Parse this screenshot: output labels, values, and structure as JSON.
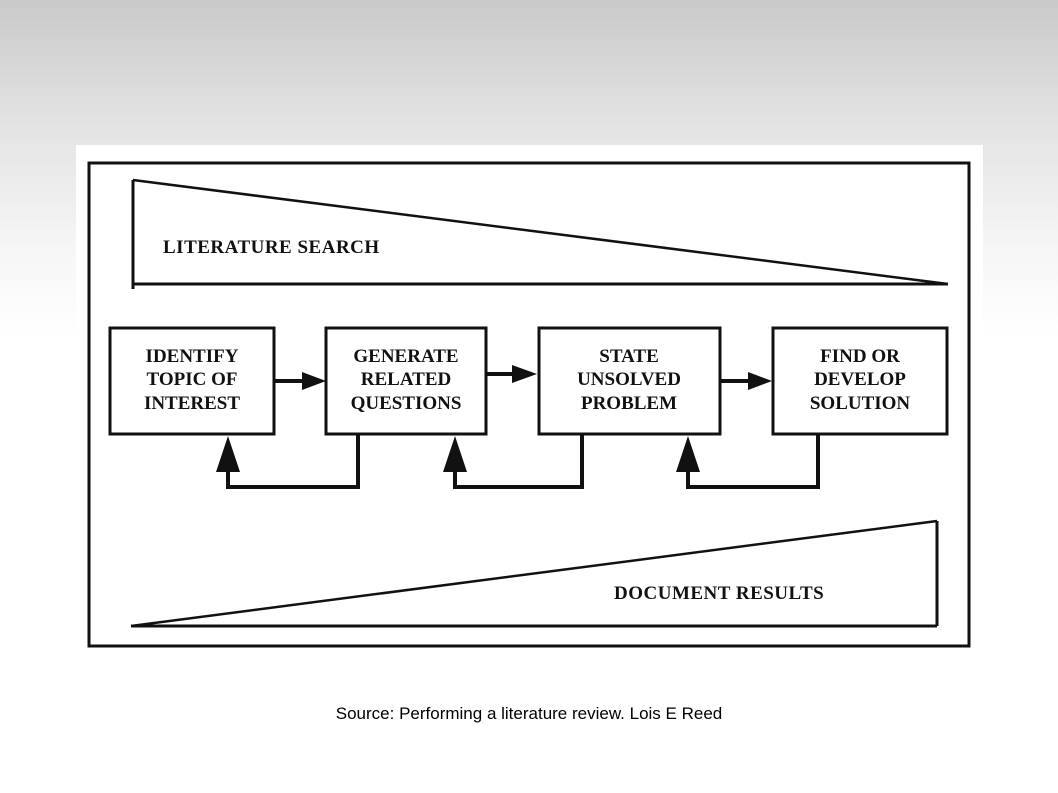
{
  "diagram": {
    "top_band_label": "LITERATURE SEARCH",
    "bottom_band_label": "DOCUMENT RESULTS",
    "steps": [
      {
        "lines": [
          "IDENTIFY",
          "TOPIC OF",
          "INTEREST"
        ]
      },
      {
        "lines": [
          "GENERATE",
          "RELATED",
          "QUESTIONS"
        ]
      },
      {
        "lines": [
          "STATE",
          "UNSOLVED",
          "PROBLEM"
        ]
      },
      {
        "lines": [
          "FIND OR",
          "DEVELOP",
          "SOLUTION"
        ]
      }
    ]
  },
  "caption": "Source: Performing a literature review. Lois E Reed"
}
